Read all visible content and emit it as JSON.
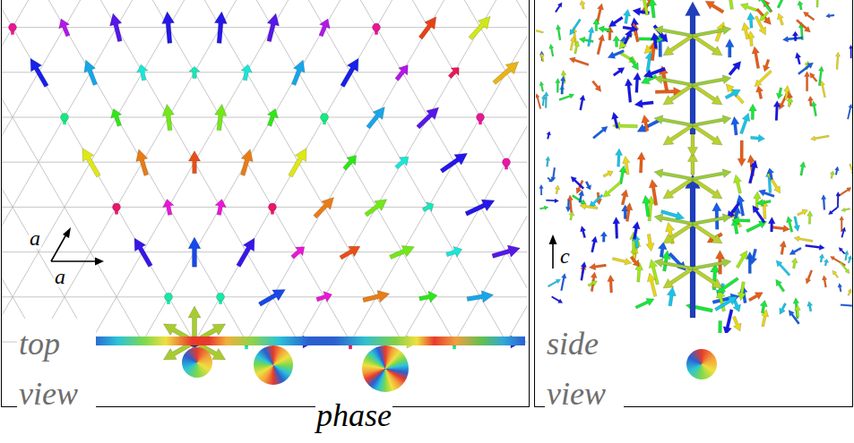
{
  "diagram": {
    "nodes": [
      {
        "text": [
          "top view"
        ]
      },
      {
        "text": [
          "side view"
        ]
      }
    ],
    "labels": [
      "a",
      "a",
      "c",
      "phase"
    ]
  }
}
